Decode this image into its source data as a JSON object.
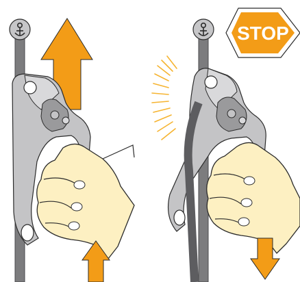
{
  "stop_sign": {
    "label": "STOP"
  },
  "panels": [
    {
      "name": "left",
      "action": "slide-up"
    },
    {
      "name": "right",
      "action": "lock-down"
    }
  ],
  "colors": {
    "rope": "#7c7c7e",
    "rope_dark": "#5d5d60",
    "device": "#c4c4c6",
    "device_dark": "#9a9a9c",
    "skin": "#fdf0c2",
    "skin_outline": "#2b2b2b",
    "arrow": "#f39c17",
    "stop_fill": "#f39c17",
    "rays": "#f6b431"
  },
  "icons": [
    "anchor-icon",
    "up-arrow-icon",
    "down-arrow-icon",
    "stop-sign-icon",
    "vibration-rays-icon"
  ]
}
